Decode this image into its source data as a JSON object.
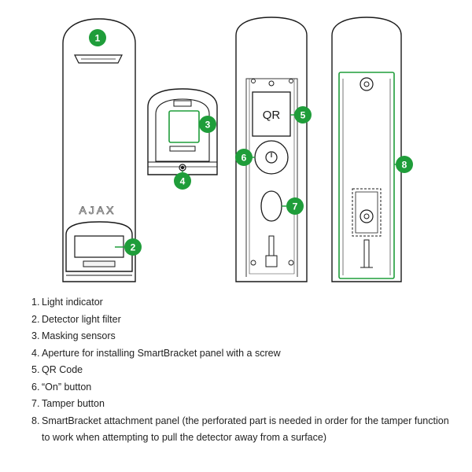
{
  "colors": {
    "callout": "#1f9d3a",
    "outline": "#1a1a1a",
    "panel_line": "#3a3a3a",
    "text": "#222222"
  },
  "device": {
    "brand_logo": "AJAX",
    "qr_label": "QR"
  },
  "callouts": [
    {
      "number": "1"
    },
    {
      "number": "2"
    },
    {
      "number": "3"
    },
    {
      "number": "4"
    },
    {
      "number": "5"
    },
    {
      "number": "6"
    },
    {
      "number": "7"
    },
    {
      "number": "8"
    }
  ],
  "legend": [
    {
      "number": "1.",
      "text": "Light indicator"
    },
    {
      "number": "2.",
      "text": "Detector light filter"
    },
    {
      "number": "3.",
      "text": "Masking sensors"
    },
    {
      "number": "4.",
      "text": "Aperture for installing SmartBracket panel with a screw"
    },
    {
      "number": "5.",
      "text": "QR Code"
    },
    {
      "number": "6.",
      "text": "“On” button"
    },
    {
      "number": "7.",
      "text": "Tamper button"
    },
    {
      "number": "8.",
      "text": "SmartBracket attachment panel (the perforated part is needed in order for the tamper function to work when attempting to pull the detector away from a surface)"
    }
  ]
}
